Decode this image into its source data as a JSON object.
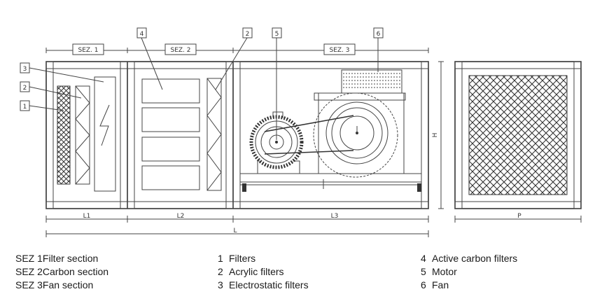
{
  "labels": {
    "sez1": "SEZ. 1",
    "sez2": "SEZ. 2",
    "sez3": "SEZ. 3",
    "l1": "L1",
    "l2": "L2",
    "l3": "L3",
    "l": "L",
    "p": "P",
    "h": "H"
  },
  "callouts": [
    "1",
    "2",
    "3",
    "4",
    "5",
    "6"
  ],
  "sections": [
    {
      "code": "SEZ 1",
      "name": "Filter section"
    },
    {
      "code": "SEZ 2",
      "name": "Carbon section"
    },
    {
      "code": "SEZ 3",
      "name": "Fan section"
    }
  ],
  "components": [
    {
      "num": "1",
      "name": "Filters"
    },
    {
      "num": "2",
      "name": "Acrylic filters"
    },
    {
      "num": "3",
      "name": "Electrostatic filters"
    },
    {
      "num": "4",
      "name": "Active carbon filters"
    },
    {
      "num": "5",
      "name": "Motor"
    },
    {
      "num": "6",
      "name": "Fan"
    }
  ]
}
